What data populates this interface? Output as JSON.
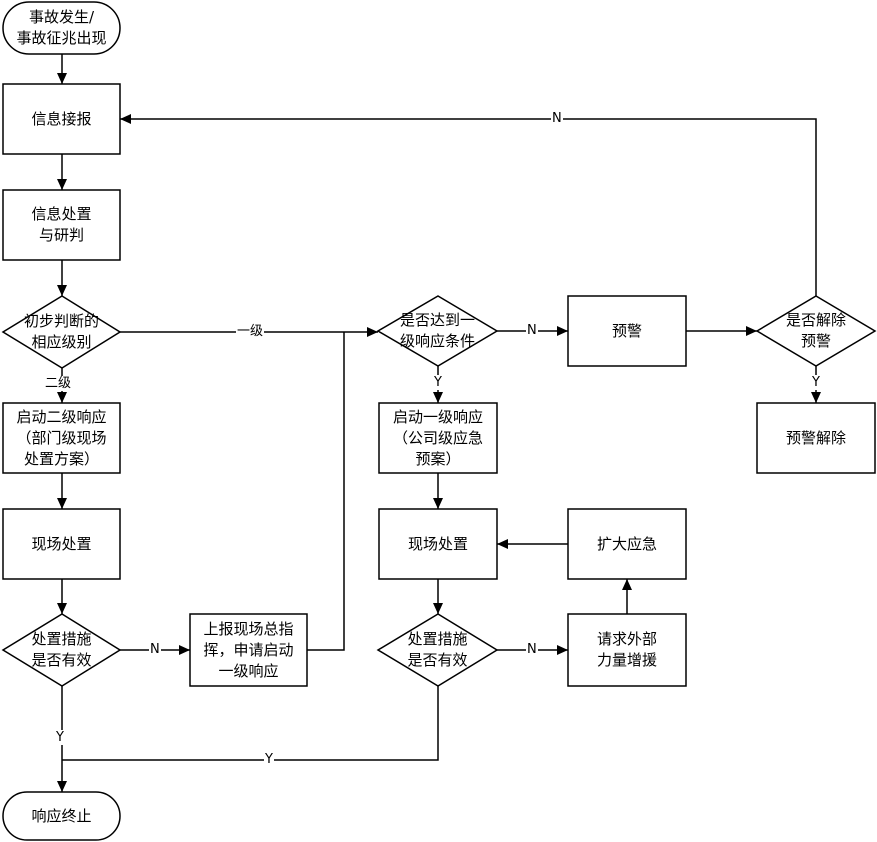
{
  "nodes": {
    "start": "事故发生/\n事故征兆出现",
    "report": "信息接报",
    "analyze": "信息处置\n与研判",
    "judge_level": "初步判断的\n相应级别",
    "start_level2": "启动二级响应\n（部门级现场\n处置方案）",
    "onsite_left": "现场处置",
    "effective_left": "处置措施\n是否有效",
    "escalate": "上报现场总指\n挥，申请启动\n一级响应",
    "reach_level1": "是否达到一\n级响应条件",
    "start_level1": "启动一级响应\n（公司级应急\n预案）",
    "onsite_right": "现场处置",
    "effective_right": "处置措施\n是否有效",
    "request_help": "请求外部\n力量增援",
    "expand": "扩大应急",
    "warning": "预警",
    "warning_lifted_q": "是否解除\n预警",
    "warning_lifted": "预警解除",
    "end": "响应终止"
  },
  "edge_labels": {
    "level1": "一级",
    "level2": "二级",
    "no_a": "N",
    "no_b": "N",
    "no_c": "N",
    "no_d": "N",
    "yes_a": "Y",
    "yes_b": "Y",
    "yes_c": "Y",
    "yes_d": "Y"
  }
}
